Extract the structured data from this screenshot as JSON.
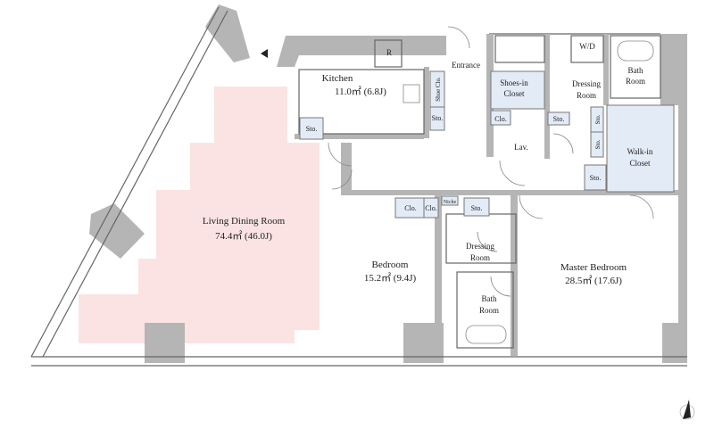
{
  "colors": {
    "living": "#fbe3e3",
    "closet": "#e3ebf6",
    "wall": "#b5b5b5"
  },
  "rooms": {
    "kitchen": {
      "name": "Kitchen",
      "area": "11.0㎡ (6.8J)"
    },
    "living": {
      "name": "Living Dining Room",
      "area": "74.4㎡ (46.0J)"
    },
    "bedroom": {
      "name": "Bedroom",
      "area": "15.2㎡ (9.4J)"
    },
    "master": {
      "name": "Master Bedroom",
      "area": "28.5㎡ (17.6J)"
    },
    "entrance": "Entrance",
    "shoes_closet": [
      "Shoes-in",
      "Closet"
    ],
    "dressing1": [
      "Dressing",
      "Room"
    ],
    "wd": "W/D",
    "bath1": [
      "Bath",
      "Room"
    ],
    "walkin": [
      "Walk-in",
      "Closet"
    ],
    "lav": "Lav.",
    "dressing2": [
      "Dressing",
      "Room"
    ],
    "bath2": [
      "Bath",
      "Room"
    ]
  },
  "small": {
    "fridge": "R",
    "kitchen_sto": "Sto.",
    "shoe_clo": "Shoe Clo.",
    "hall_sto": "Sto.",
    "clo_lav": "Clo.",
    "sto_dress": "Sto.",
    "sto_v1": "Sto.",
    "sto_v2": "Sto.",
    "sto_hall": "Sto.",
    "bed_clo1": "Clo.",
    "bed_clo2": "Clo.",
    "niche": "Niche",
    "bed_sto": "Sto."
  },
  "icons": {
    "north": "north-arrow-icon"
  }
}
